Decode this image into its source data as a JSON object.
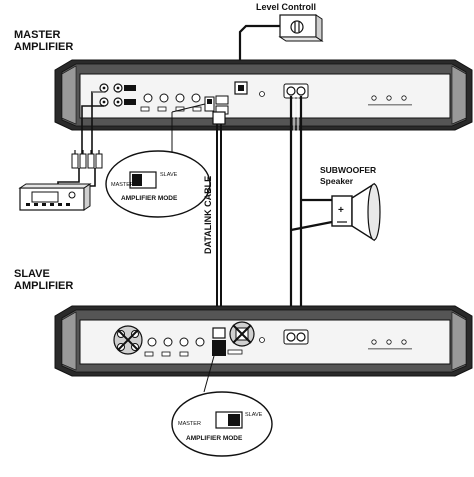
{
  "labels": {
    "level_control": "Level Controll",
    "master_amp_line1": "MASTER",
    "master_amp_line2": "AMPLIFIER",
    "slave_amp_line1": "SLAVE",
    "slave_amp_line2": "AMPLIFIER",
    "datalink_cable": "DATALINK CABLE",
    "subwoofer_line1": "SUBWOOFER",
    "subwoofer_line2": "Speaker",
    "mode_master": "MASTER",
    "mode_slave": "SLAVE",
    "amplifier_mode": "AMPLIFIER MODE"
  },
  "colors": {
    "ink": "#111111",
    "panel": "#f4f4f4",
    "light_fill": "#dcdcdc"
  },
  "icons": {
    "head_unit": "car-stereo-icon",
    "level_knob": "rotary-knob-icon",
    "speaker": "subwoofer-speaker-icon",
    "disabled": "prohibited-icon"
  }
}
